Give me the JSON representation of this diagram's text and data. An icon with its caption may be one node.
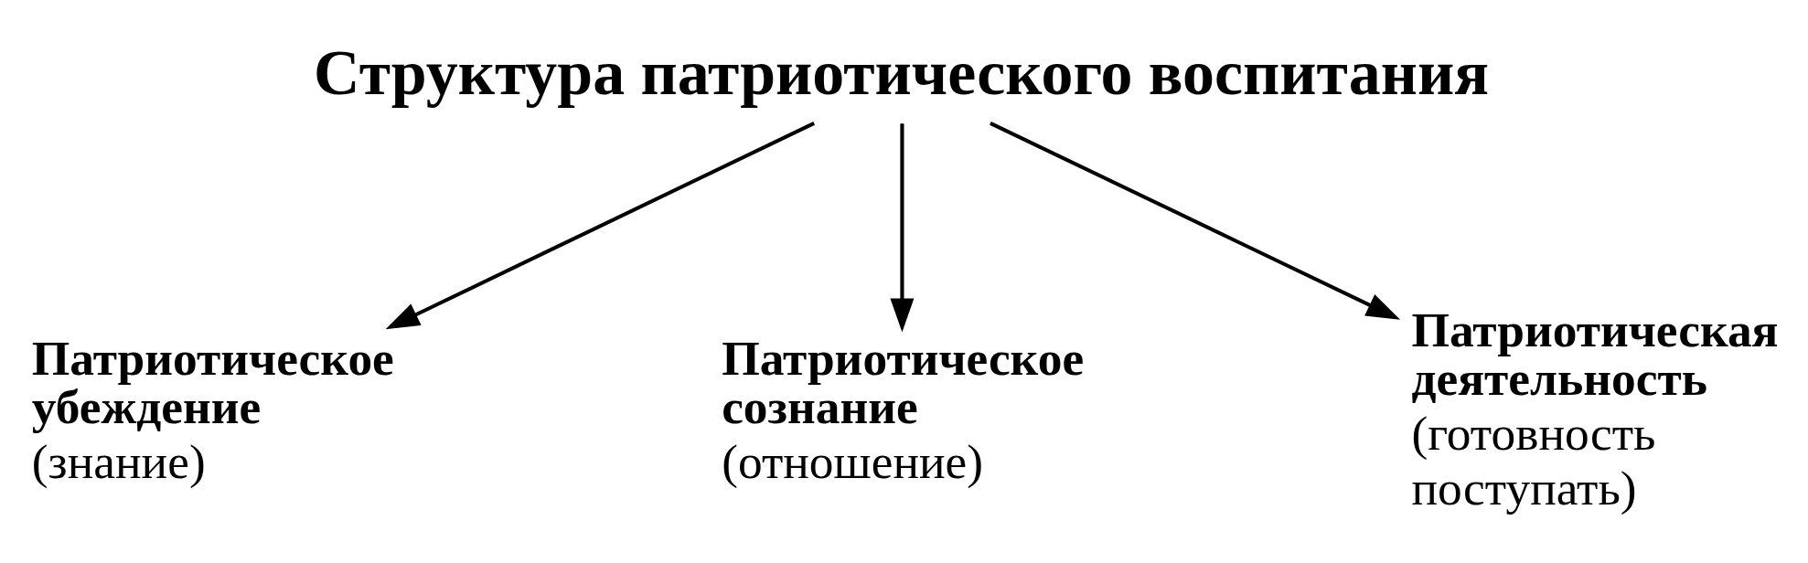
{
  "diagram": {
    "nodes": [
      {
        "text": [
          "Структура патриотического воспитания"
        ]
      },
      {
        "text": [
          "Патриотическое убеждение",
          "(знание)"
        ]
      },
      {
        "text": [
          "Патриотическое сознание",
          "(отношение)"
        ]
      },
      {
        "text": [
          "Патриотическая деятельность",
          "(готовность поступать)"
        ]
      }
    ],
    "edges": [
      {
        "from": 0,
        "to": 1,
        "arrow": "to"
      },
      {
        "from": 0,
        "to": 2,
        "arrow": "to"
      },
      {
        "from": 0,
        "to": 3,
        "arrow": "to"
      }
    ]
  }
}
